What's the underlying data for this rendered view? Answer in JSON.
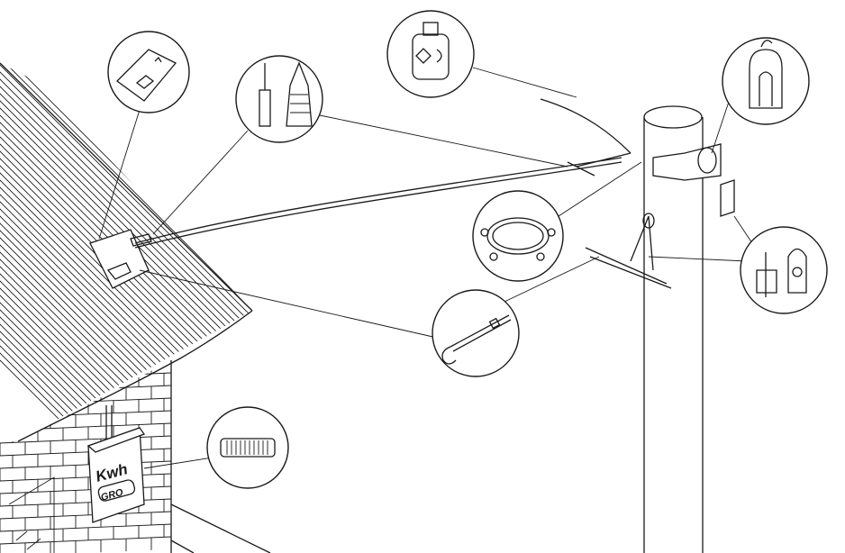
{
  "meter": {
    "label": "Kwh",
    "brand": "GRO"
  },
  "callouts": [
    "roof-plate",
    "strain-clamps",
    "suspension-clamp",
    "pole-hook-bracket",
    "pole-band",
    "dead-end-assembly",
    "hook-bolt",
    "connector-sleeve"
  ],
  "colors": {
    "line": "#1a1a1a",
    "background": "#ffffff"
  }
}
